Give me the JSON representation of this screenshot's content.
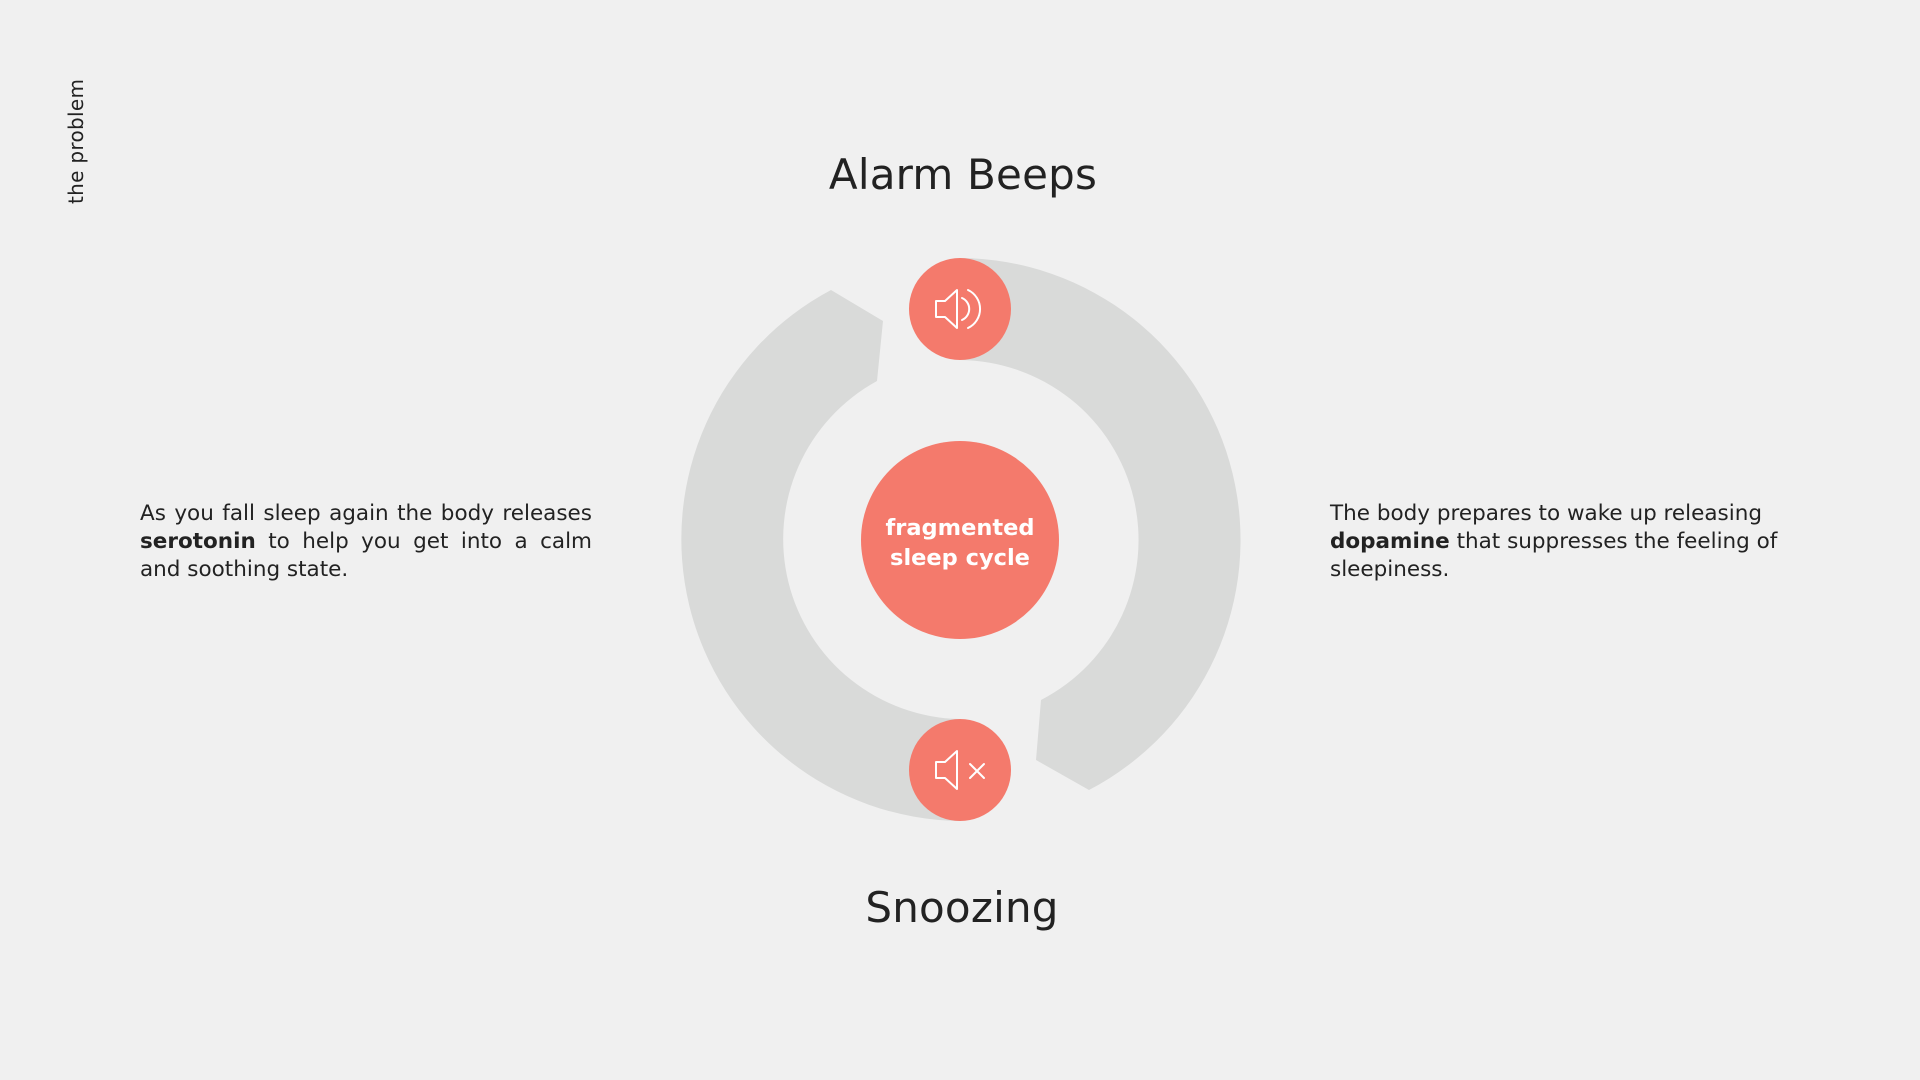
{
  "side_label": "the problem",
  "top_heading": "Alarm Beeps",
  "bottom_heading": "Snoozing",
  "center": {
    "line1": "fragmented",
    "line2": "sleep cycle"
  },
  "left_text": {
    "before": "As you fall sleep again the body releases",
    "bold": "serotonin",
    "after": "to help you get into a calm and soothing state."
  },
  "right_text": {
    "before": "The body prepares to wake up releasing",
    "bold": "dopamine",
    "after": "that suppresses the feeling of sleepiness."
  },
  "icons": {
    "top": "speaker-sound-icon",
    "bottom": "speaker-mute-icon"
  },
  "colors": {
    "background": "#f0f0f0",
    "ring": "#d9dad9",
    "accent": "#f47a6c",
    "text": "#222222"
  }
}
